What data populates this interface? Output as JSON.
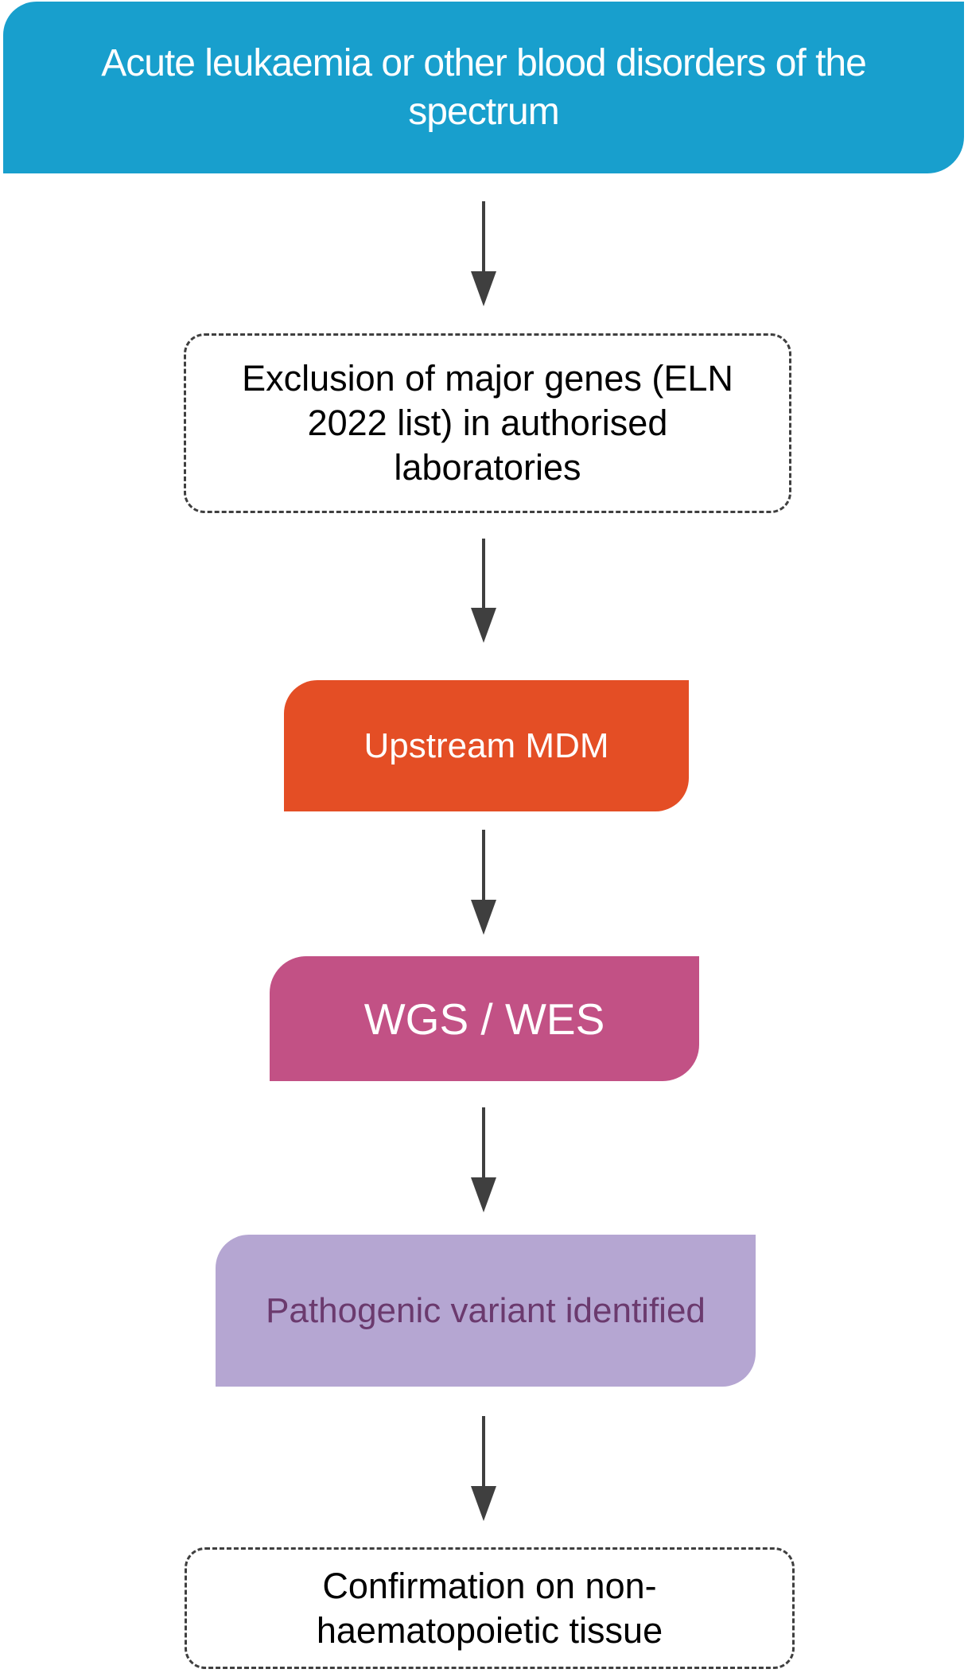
{
  "diagram": {
    "type": "flowchart",
    "direction": "top-down",
    "arrow_color": "#3F3F3F",
    "dashed_border_color": "#3F3F3F",
    "nodes": {
      "header": {
        "text": "Acute leukaemia or other blood disorders of the\nspectrum",
        "bg": "#189FCD",
        "text_color": "#FFFFFF",
        "shape": "rounded-diagonal-rectangle"
      },
      "exclusion": {
        "text": "Exclusion of major genes (ELN\n2022 list) in authorised\nlaboratories",
        "bg": "#FFFFFF",
        "text_color": "#000000",
        "shape": "dashed-rounded-rectangle"
      },
      "upstream_mdm": {
        "text": "Upstream MDM",
        "bg": "#E44E25",
        "text_color": "#FFFFFF",
        "shape": "rounded-diagonal-rectangle"
      },
      "wgs_wes": {
        "text": "WGS / WES",
        "bg": "#C25185",
        "text_color": "#FFFFFF",
        "shape": "rounded-diagonal-rectangle"
      },
      "pathogenic_variant": {
        "text": "Pathogenic variant identified",
        "bg": "#B5A6D2",
        "text_color": "#6B3A6E",
        "shape": "rounded-diagonal-rectangle"
      },
      "confirmation": {
        "text": "Confirmation on non-\nhaematopoietic tissue",
        "bg": "#FFFFFF",
        "text_color": "#000000",
        "shape": "dashed-rounded-rectangle"
      }
    }
  }
}
